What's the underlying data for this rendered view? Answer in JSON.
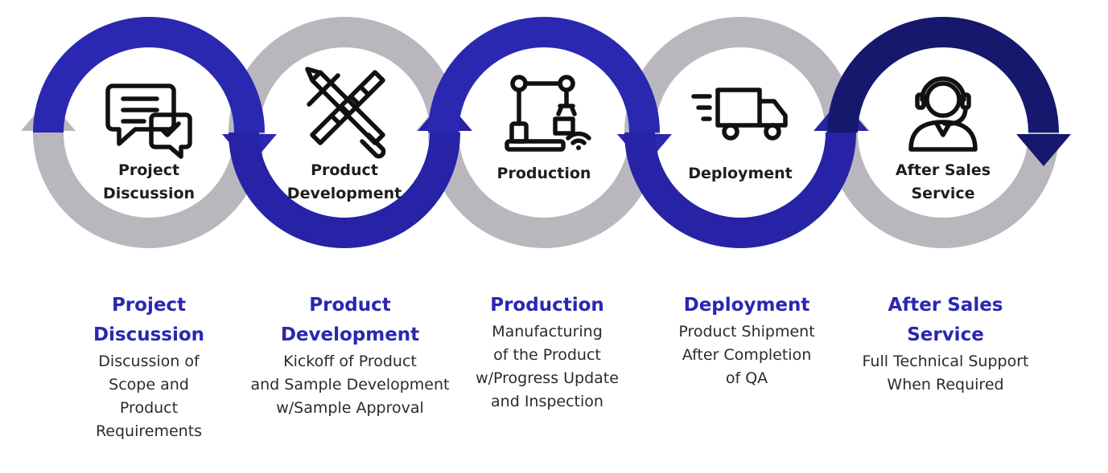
{
  "colors": {
    "blue_dark": "#16186e",
    "blue": "#2a27b0",
    "gray_ring": "#b9b7bd",
    "label_text": "#1e1e1e",
    "title_text": "#2a27b0"
  },
  "steps": [
    {
      "icon": "chat-bubbles-checkmark-icon",
      "ring_label": [
        "Project",
        "Discussion"
      ],
      "title": "Project\nDiscussion",
      "description": "Discussion of\nScope and\nProduct\nRequirements"
    },
    {
      "icon": "pencil-ruler-icon",
      "ring_label": [
        "Product",
        "Development"
      ],
      "title": "Product\nDevelopment",
      "description": "Kickoff of Product\nand Sample Development\nw/Sample Approval"
    },
    {
      "icon": "robotic-arm-icon",
      "ring_label": [
        "Production"
      ],
      "title": "Production",
      "description": "Manufacturing\nof the Product\nw/Progress Update\nand Inspection"
    },
    {
      "icon": "delivery-truck-icon",
      "ring_label": [
        "Deployment"
      ],
      "title": "Deployment",
      "description": "Product Shipment\nAfter Completion\nof QA"
    },
    {
      "icon": "headset-support-agent-icon",
      "ring_label": [
        "After Sales",
        "Service"
      ],
      "title": "After Sales\nService",
      "description": "Full Technical Support\nWhen Required"
    }
  ]
}
